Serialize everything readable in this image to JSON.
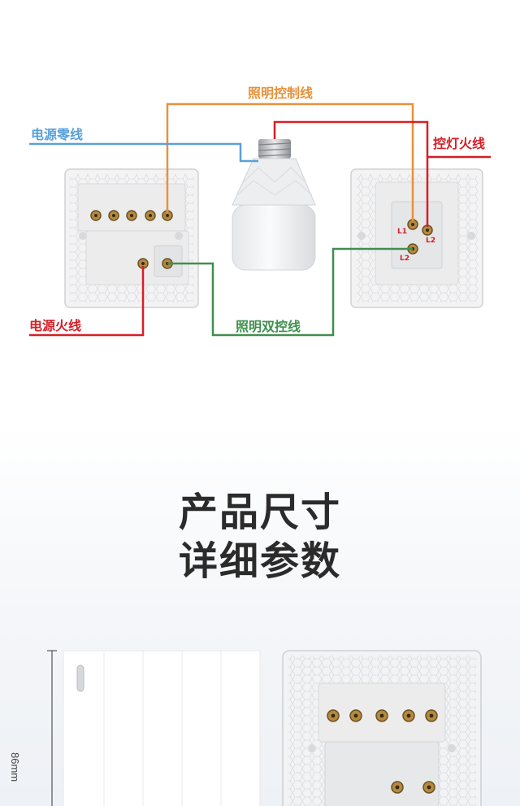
{
  "labels": {
    "lighting_control_wire": "照明控制线",
    "neutral_wire": "电源零线",
    "lamp_live_wire": "控灯火线",
    "live_wire": "电源火线",
    "dual_control_wire": "照明双控线"
  },
  "terminals": {
    "l1": "L1",
    "l2_right": "L2",
    "l2_bottom": "L2"
  },
  "heading": {
    "line1": "产品尺寸",
    "line2": "详细参数"
  },
  "dimension": {
    "height": "86mm"
  },
  "colors": {
    "orange_wire": "#e8913a",
    "blue_wire": "#5aa0d8",
    "red_wire": "#d61f26",
    "green_wire": "#3f8f4e",
    "heading_text": "#2b2b2b"
  }
}
